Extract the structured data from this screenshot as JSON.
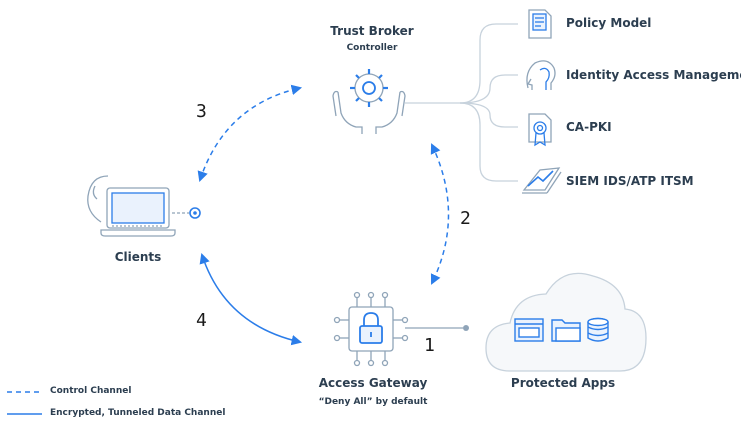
{
  "nodes": {
    "trust_broker": {
      "title": "Trust Broker",
      "subtitle": "Controller"
    },
    "clients": {
      "title": "Clients"
    },
    "access_gateway": {
      "title": "Access Gateway",
      "subtitle": "“Deny All” by default"
    },
    "protected_apps": {
      "title": "Protected Apps"
    }
  },
  "integrations": [
    {
      "label": "Policy Model",
      "icon": "document-icon"
    },
    {
      "label": "Identity Access Management",
      "icon": "head-profile-icon"
    },
    {
      "label": "CA-PKI",
      "icon": "certificate-icon"
    },
    {
      "label": "SIEM IDS/ATP ITSM",
      "icon": "monitor-chart-icon"
    }
  ],
  "flows": [
    {
      "number": "1",
      "kind": "solid"
    },
    {
      "number": "2",
      "kind": "dashed"
    },
    {
      "number": "3",
      "kind": "dashed"
    },
    {
      "number": "4",
      "kind": "solid"
    }
  ],
  "legend": {
    "control": "Control Channel",
    "data": "Encrypted, Tunneled Data Channel"
  },
  "colors": {
    "accent": "#2b7de9",
    "outline": "#8fa4b8",
    "text": "#2c3e50"
  }
}
